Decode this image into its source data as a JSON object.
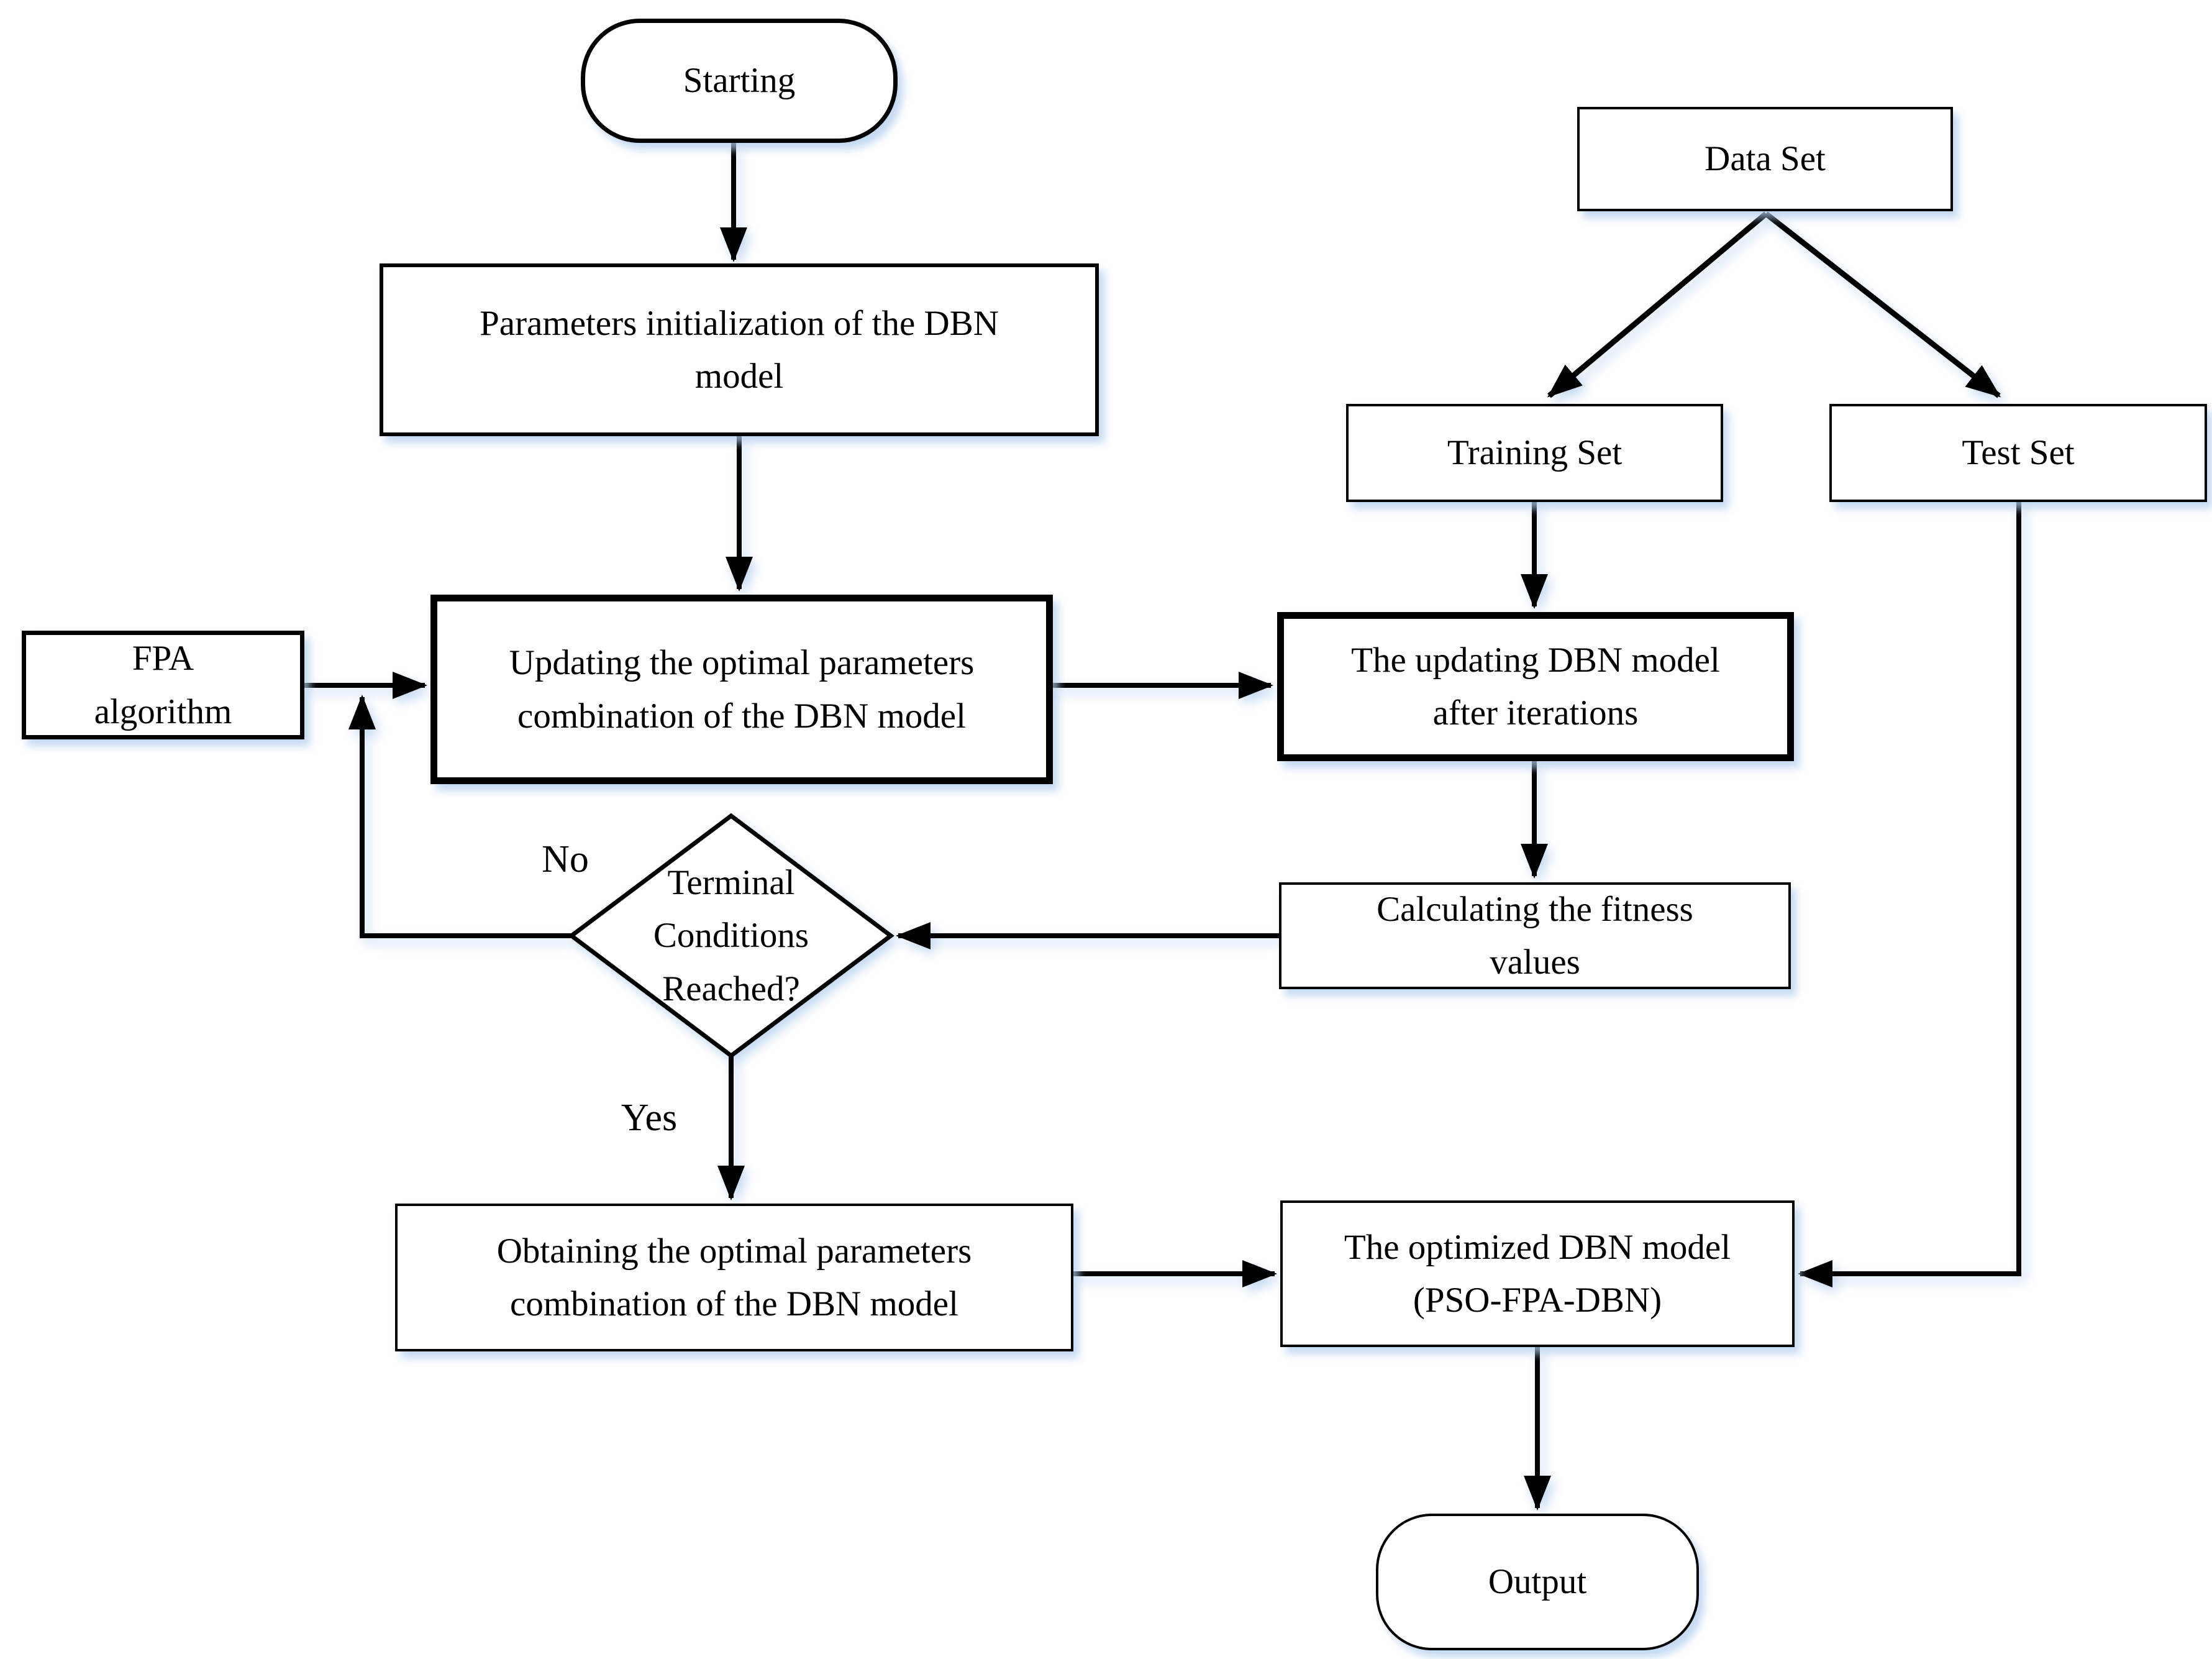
{
  "colors": {
    "line": "#000000",
    "text": "#000000",
    "shape_fill": "#ffffff",
    "background": "#ffffff",
    "shadow": "rgba(176,204,238,0.75)"
  },
  "edge_labels": {
    "no": "No",
    "yes": "Yes"
  },
  "nodes": {
    "start": {
      "lines": [
        "Starting"
      ]
    },
    "params_init": {
      "lines": [
        "Parameters initialization of the DBN",
        "model"
      ]
    },
    "fpa": {
      "lines": [
        "FPA",
        "algorithm"
      ]
    },
    "updating_params": {
      "lines": [
        "Updating the optimal parameters",
        "combination of the DBN model"
      ]
    },
    "data_set": {
      "lines": [
        "Data Set"
      ]
    },
    "training_set": {
      "lines": [
        "Training Set"
      ]
    },
    "test_set": {
      "lines": [
        "Test Set"
      ]
    },
    "updating_dbn": {
      "lines": [
        "The updating DBN model",
        "after iterations"
      ]
    },
    "calc_fitness": {
      "lines": [
        "Calculating the fitness",
        "values"
      ]
    },
    "terminal": {
      "lines": [
        "Terminal",
        "Conditions",
        "Reached?"
      ]
    },
    "obtaining": {
      "lines": [
        "Obtaining the optimal parameters",
        "combination of the DBN model"
      ]
    },
    "optimized": {
      "lines": [
        "The optimized DBN model",
        "(PSO-FPA-DBN)"
      ]
    },
    "output": {
      "lines": [
        "Output"
      ]
    }
  }
}
